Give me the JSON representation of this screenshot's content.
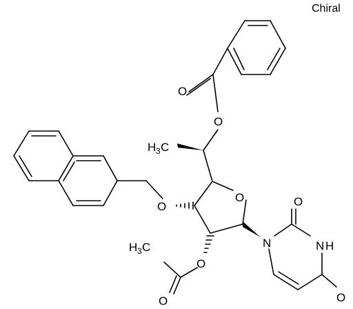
{
  "header": {
    "chiral_label": "Chiral"
  },
  "atoms": {
    "o_carbonyl_bz": "O",
    "o_ester_bz": "O",
    "methyl_c": "H",
    "methyl_c_sub": "3",
    "methyl_c_tail": "C",
    "o_naphthyl": "O",
    "o_ring": "O",
    "o_acetyl_ester": "O",
    "o_acetyl_carbonyl": "O",
    "acetyl_methyl_c": "H",
    "acetyl_methyl_sub": "3",
    "acetyl_methyl_tail": "C",
    "n1": "N",
    "o2": "O",
    "n3": "N",
    "n3_h": "H",
    "o4": "O"
  }
}
